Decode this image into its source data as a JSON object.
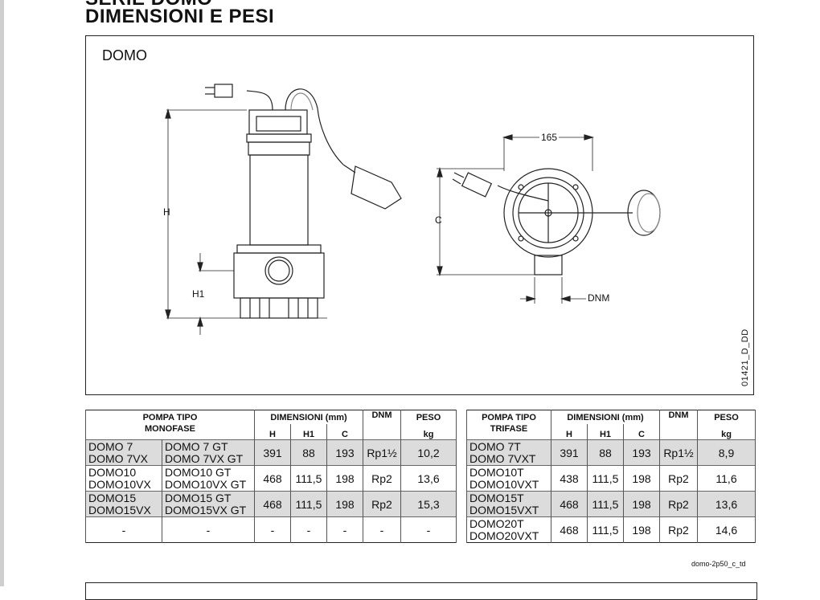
{
  "header": {
    "title_top": "SERIE DOMO",
    "title": "DIMENSIONI E PESI"
  },
  "drawing": {
    "model": "DOMO",
    "code": "01421_D_DD",
    "labels": {
      "h": "H",
      "h1": "H1",
      "c": "C",
      "width": "165",
      "dnm": "DNM"
    }
  },
  "table_mono": {
    "head1": "POMPA TIPO",
    "head2": "MONOFASE",
    "dim_header": "DIMENSIONI (mm)",
    "dnm_header": "DNM",
    "peso_header": "PESO",
    "col_h": "H",
    "col_h1": "H1",
    "col_c": "C",
    "unit": "kg",
    "rows": [
      {
        "a1": "DOMO 7",
        "a2": "DOMO 7VX",
        "b1": "DOMO 7 GT",
        "b2": "DOMO 7VX GT",
        "h": "391",
        "h1": "88",
        "c": "193",
        "dnm": "Rp1½",
        "peso": "10,2"
      },
      {
        "a1": "DOMO10",
        "a2": "DOMO10VX",
        "b1": "DOMO10 GT",
        "b2": "DOMO10VX GT",
        "h": "468",
        "h1": "111,5",
        "c": "198",
        "dnm": "Rp2",
        "peso": "13,6"
      },
      {
        "a1": "DOMO15",
        "a2": "DOMO15VX",
        "b1": "DOMO15 GT",
        "b2": "DOMO15VX GT",
        "h": "468",
        "h1": "111,5",
        "c": "198",
        "dnm": "Rp2",
        "peso": "15,3"
      },
      {
        "a1": "-",
        "a2": "",
        "b1": "-",
        "b2": "",
        "h": "-",
        "h1": "-",
        "c": "-",
        "dnm": "-",
        "peso": "-"
      }
    ]
  },
  "table_tri": {
    "head1": "POMPA TIPO",
    "head2": "TRIFASE",
    "dim_header": "DIMENSIONI (mm)",
    "dnm_header": "DNM",
    "peso_header": "PESO",
    "col_h": "H",
    "col_h1": "H1",
    "col_c": "C",
    "unit": "kg",
    "rows": [
      {
        "a1": "DOMO 7T",
        "a2": "DOMO 7VXT",
        "h": "391",
        "h1": "88",
        "c": "193",
        "dnm": "Rp1½",
        "peso": "8,9"
      },
      {
        "a1": "DOMO10T",
        "a2": "DOMO10VXT",
        "h": "438",
        "h1": "111,5",
        "c": "198",
        "dnm": "Rp2",
        "peso": "11,6"
      },
      {
        "a1": "DOMO15T",
        "a2": "DOMO15VXT",
        "h": "468",
        "h1": "111,5",
        "c": "198",
        "dnm": "Rp2",
        "peso": "13,6"
      },
      {
        "a1": "DOMO20T",
        "a2": "DOMO20VXT",
        "h": "468",
        "h1": "111,5",
        "c": "198",
        "dnm": "Rp2",
        "peso": "14,6"
      }
    ]
  },
  "footer": {
    "ref": "domo-2p50_c_td"
  }
}
